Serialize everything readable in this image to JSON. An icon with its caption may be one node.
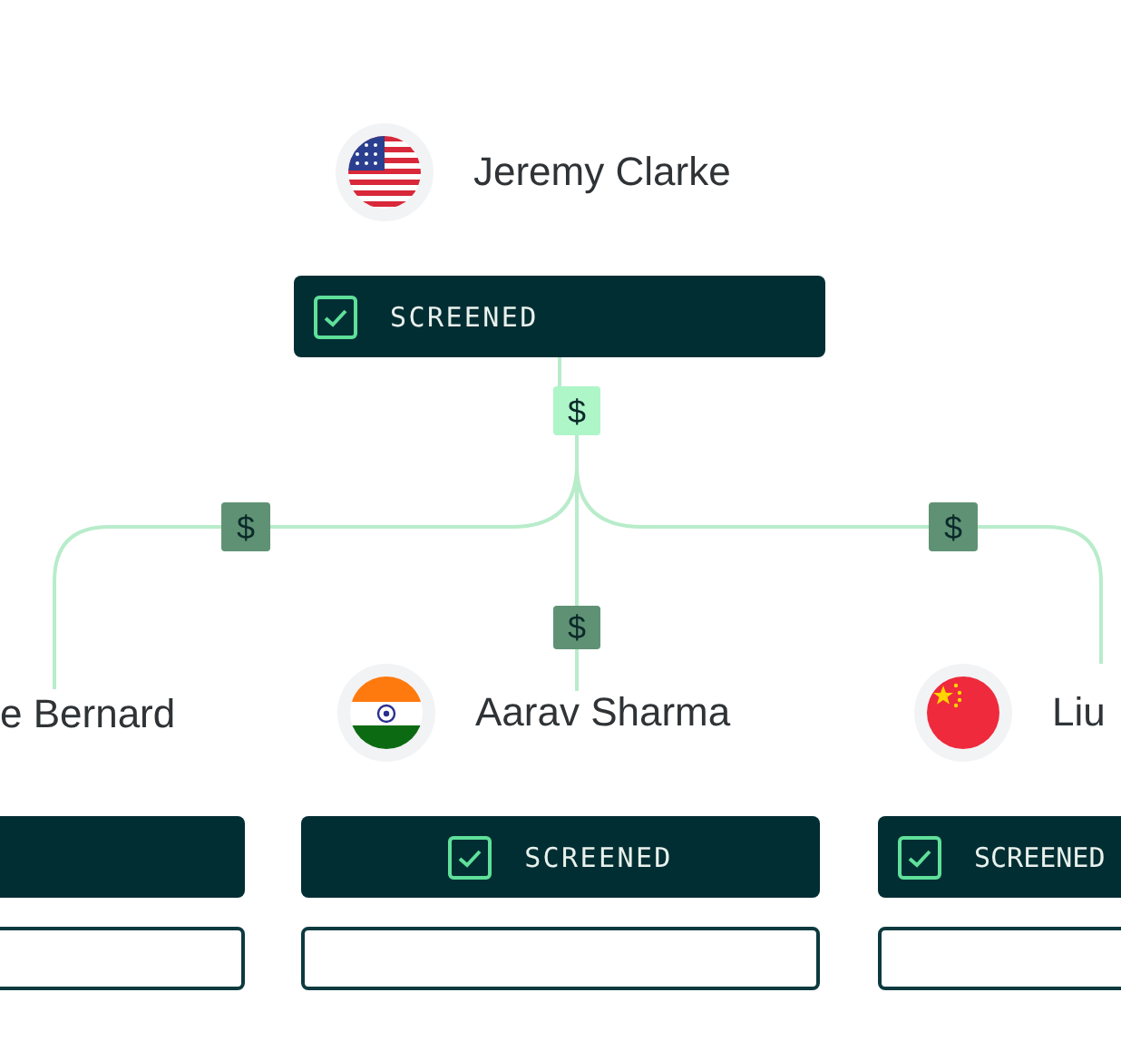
{
  "diagram": {
    "nodes": [
      {
        "text": [
          "Jeremy Clarke"
        ]
      },
      {
        "text": [
          "SCREENED"
        ]
      },
      {
        "text": [
          "$"
        ]
      },
      {
        "text": [
          "$"
        ]
      },
      {
        "text": [
          "$"
        ]
      },
      {
        "text": [
          "$"
        ]
      },
      {
        "text": [
          "e Bernard"
        ]
      },
      {
        "text": [],
        "shape": "bar"
      },
      {
        "text": [],
        "shape": "box"
      },
      {
        "text": [
          "Aarav Sharma"
        ]
      },
      {
        "text": [
          "SCREENED"
        ]
      },
      {
        "text": [],
        "shape": "box"
      },
      {
        "text": [
          "Liu"
        ]
      },
      {
        "text": [
          "SCREENED"
        ]
      },
      {
        "text": [],
        "shape": "box"
      }
    ],
    "edges": [
      {
        "from": 1,
        "to": 2,
        "arrow": "none"
      },
      {
        "from": 2,
        "to": 3,
        "arrow": "none"
      },
      {
        "from": 3,
        "to": 6,
        "arrow": "none"
      },
      {
        "from": 2,
        "to": 4,
        "arrow": "none"
      },
      {
        "from": 4,
        "to": 9,
        "arrow": "none"
      },
      {
        "from": 2,
        "to": 5,
        "arrow": "none"
      },
      {
        "from": 5,
        "to": 12,
        "arrow": "none"
      }
    ]
  }
}
